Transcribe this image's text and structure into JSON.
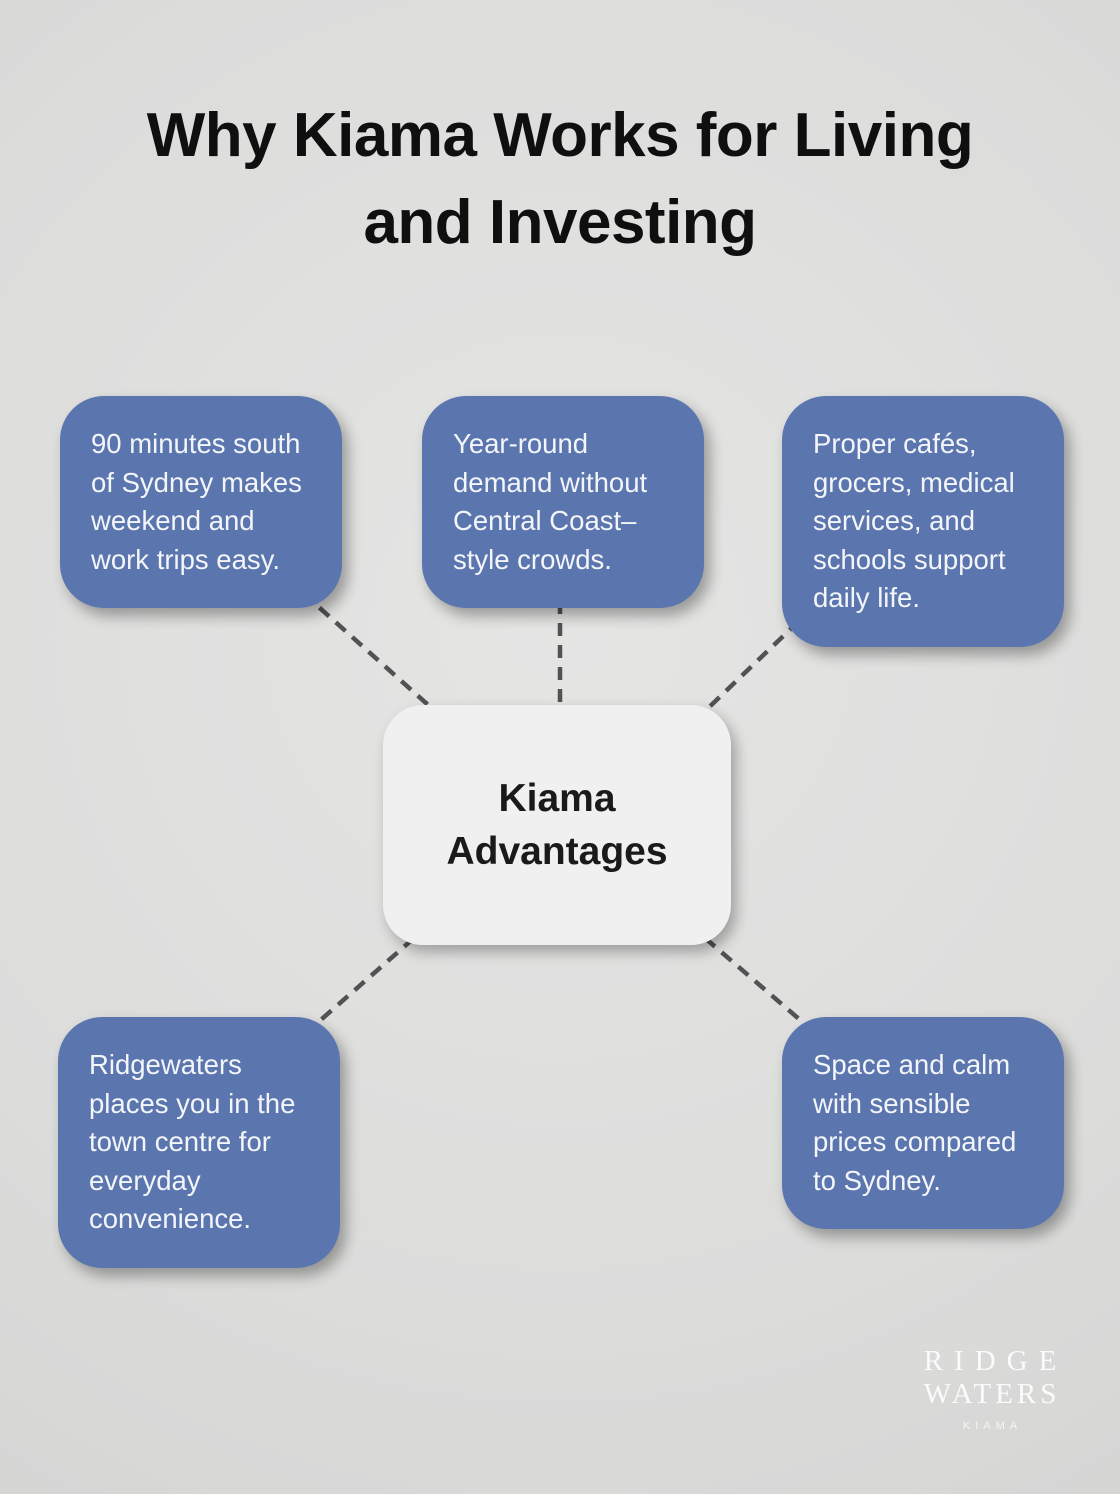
{
  "title": {
    "lines": [
      "Why Kiama Works for Living",
      "and Investing"
    ]
  },
  "center": {
    "label": "Kiama Advantages"
  },
  "nodes": [
    {
      "id": "top-left",
      "text": "90 minutes south of Sydney makes weekend and work trips easy."
    },
    {
      "id": "top-middle",
      "text": "Year-round demand without Central Coast–style crowds."
    },
    {
      "id": "top-right",
      "text": "Proper cafés, grocers, medical services, and schools support daily life."
    },
    {
      "id": "bottom-left",
      "text": "Ridgewaters places you in the town centre for everyday convenience."
    },
    {
      "id": "bottom-right",
      "text": "Space and calm with sensible prices compared to Sydney."
    }
  ],
  "logo": {
    "line1": "RIDGE",
    "line2": "WATERS",
    "line3": "KIAMA"
  },
  "colors": {
    "background": "#dcdcdb",
    "node_fill": "#5b76ae",
    "node_text": "#f3f5f9",
    "center_fill": "#f0f0f1",
    "center_text": "#1a1a1a",
    "connector": "#525252",
    "title_color": "#0f0f0f"
  }
}
